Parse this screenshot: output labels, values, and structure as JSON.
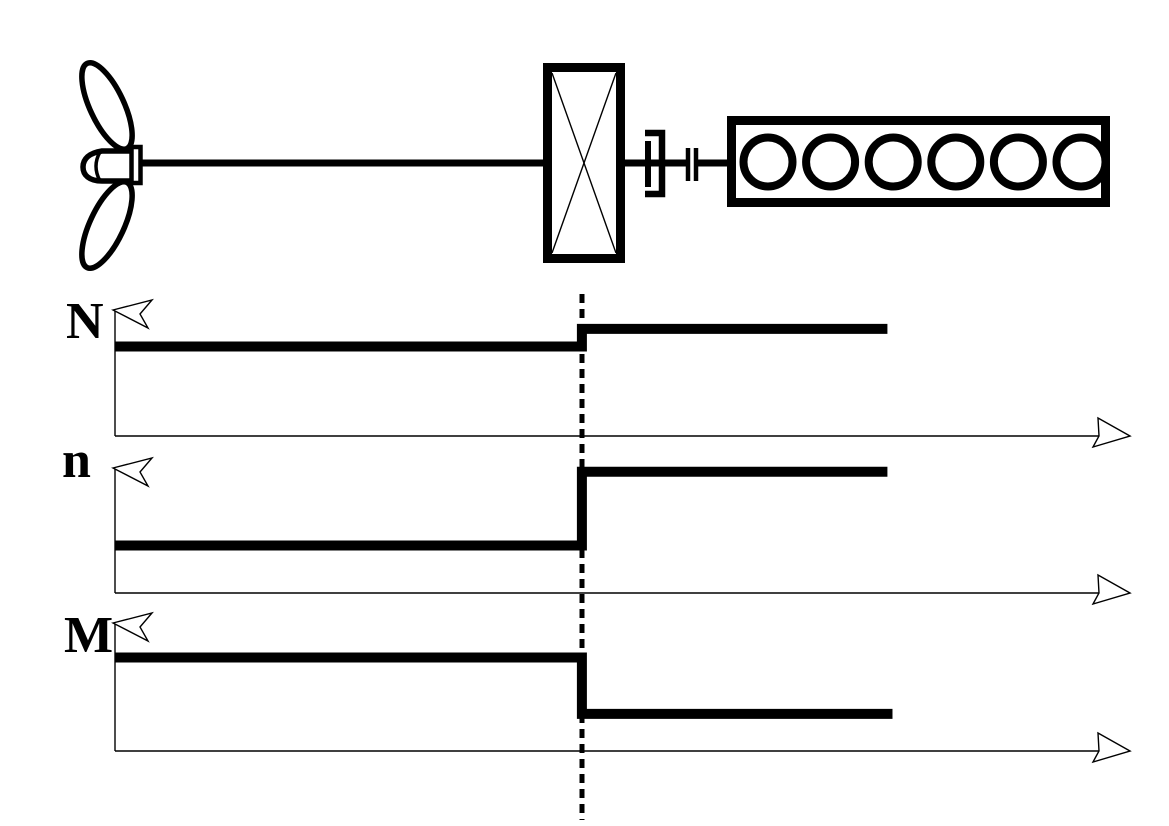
{
  "colors": {
    "ink": "#000000",
    "paper": "#ffffff"
  },
  "schematic": {
    "components": [
      "propeller",
      "propeller-shaft",
      "gearbox",
      "flexible-coupling",
      "shaft-coupling-flanges",
      "engine"
    ],
    "cylinder_count": 6
  },
  "chart_data": [
    {
      "type": "line",
      "label": "N",
      "series": "step-response",
      "step_x_frac": 0.46,
      "end_x_frac": 0.761,
      "level_before": 0.71,
      "level_after": 0.85,
      "step_direction": "up",
      "x_axis_arrow": true,
      "y_axis_arrow": true
    },
    {
      "type": "line",
      "label": "n",
      "series": "step-response",
      "step_x_frac": 0.46,
      "end_x_frac": 0.761,
      "level_before": 0.38,
      "level_after": 0.97,
      "step_direction": "up",
      "x_axis_arrow": true,
      "y_axis_arrow": true
    },
    {
      "type": "line",
      "label": "M",
      "series": "step-response",
      "step_x_frac": 0.46,
      "end_x_frac": 0.766,
      "level_before": 0.73,
      "level_after": 0.29,
      "step_direction": "down",
      "x_axis_arrow": true,
      "y_axis_arrow": true
    }
  ]
}
